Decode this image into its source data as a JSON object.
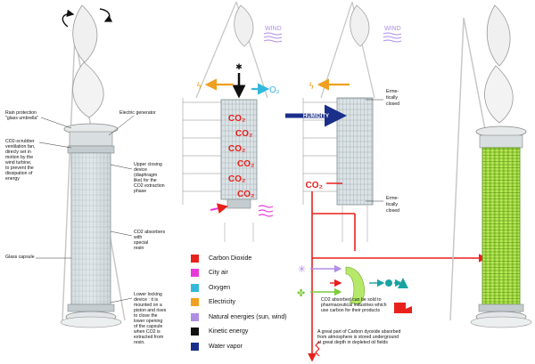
{
  "labels": {
    "rain_protection": [
      "Rain protection",
      "\"glass umbrella\""
    ],
    "electric_generator": "Electric generator",
    "co2_scrubber": [
      "CO2-scrubber",
      "ventilation fan,",
      "direcly set in",
      "motion by the",
      "wind turbine,",
      "to prevent the",
      "dissipation of",
      "energy"
    ],
    "upper_closing": [
      "Upper closing",
      "device",
      "(diaphragm",
      "like) for the",
      "CO2 extraction",
      "phase"
    ],
    "co2_absorbers": [
      "CO2 absorbers",
      "with",
      "special",
      "resin"
    ],
    "glass_capsule": "Glass capsule",
    "lower_locking": [
      "Lower locking",
      "device : it is",
      "mounted on a",
      "piston and rises",
      "to close the",
      "lower opening",
      "of the capsule",
      "when CO2 is",
      "extracted from",
      "resin."
    ],
    "hermetically_closed_top": [
      "Erme-",
      "tically",
      "closed"
    ],
    "hermetically_closed_bottom": [
      "Erme-",
      "tically",
      "closed"
    ],
    "wind_1": "WIND",
    "wind_2": "WIND",
    "o2": "O₂",
    "co2_column": [
      "CO₂",
      "CO₂",
      "CO₂",
      "CO₂",
      "CO₂",
      "CO₂"
    ],
    "humidity": "HUMIDITY",
    "co2_out": "CO₂",
    "co2_sold": [
      "CO2 absorbed can be sold to",
      "pharmaceutical industries which",
      "use carbon for their products"
    ],
    "co2_buried": [
      "A great part of Carbon dyoxide absorbed",
      "from atmosphere is stored underground",
      "at great depth in depleted oil fields"
    ]
  },
  "legend": [
    {
      "label": "Carbon Dioxide",
      "color": "#e8211c"
    },
    {
      "label": "City air",
      "color": "#e83ad9"
    },
    {
      "label": "Oxygen",
      "color": "#33b8dd"
    },
    {
      "label": "Electricity",
      "color": "#f0a020"
    },
    {
      "label": "Natural energies (sun, wind)",
      "color": "#b08ee6"
    },
    {
      "label": "Kinetic energy",
      "color": "#111111"
    },
    {
      "label": "Water vapor",
      "color": "#1a2f8a"
    }
  ]
}
